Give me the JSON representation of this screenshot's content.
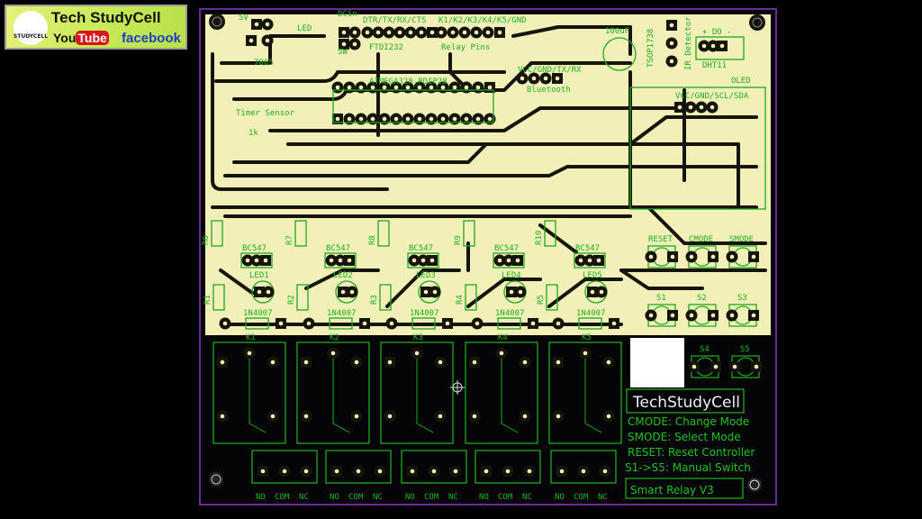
{
  "logo": {
    "brand": "Tech StudyCell",
    "seal_text": "STUDYCELL",
    "youtube_you": "You",
    "youtube_tube": "Tube",
    "facebook": "facebook"
  },
  "colors": {
    "board": "#f3efb8",
    "trace": "#15150c",
    "silkscreen": "#1fa81f",
    "outline": "#6a2a9a",
    "background": "#000000"
  },
  "top_labels": {
    "dc_in": "DCin",
    "sw": "SW",
    "ftdi_pins": "DTR/TX/RX/CTS",
    "ftdi": "FTDI232",
    "relay_pins_top": "K1/K2/K3/K4/K5/GND",
    "relay_pins": "Relay Pins",
    "mcu": "ATMEGA328_PDIP28",
    "bluetooth_pins": "VCC/GND/TX/RX",
    "bluetooth": "Bluetooth",
    "cap": "100uF",
    "ir": "IR Detector",
    "ir_part": "TSOP1738",
    "dht": "DHT11",
    "dht_pins": "+ DO -",
    "oled": "OLED",
    "oled_pins": "VCC/GND/SCL/SDA",
    "timer": "Timer Sensor",
    "r1k": "1k",
    "led": "LED",
    "v5": "5V",
    "reg": "7805"
  },
  "drivers": [
    {
      "transistor": "BC547",
      "led": "LED1",
      "diode": "1N4007",
      "resistor": "R1",
      "base_resistor": "R6"
    },
    {
      "transistor": "BC547",
      "led": "LED2",
      "diode": "1N4007",
      "resistor": "R2",
      "base_resistor": "R7"
    },
    {
      "transistor": "BC547",
      "led": "LED3",
      "diode": "1N4007",
      "resistor": "R3",
      "base_resistor": "R8"
    },
    {
      "transistor": "BC547",
      "led": "LED4",
      "diode": "1N4007",
      "resistor": "R4",
      "base_resistor": "R9"
    },
    {
      "transistor": "BC547",
      "led": "LED5",
      "diode": "1N4007",
      "resistor": "R5",
      "base_resistor": "R10"
    }
  ],
  "switches": [
    "RESET",
    "CMODE",
    "SMODE",
    "S1",
    "S2",
    "S3",
    "S4",
    "S5"
  ],
  "relays": [
    {
      "name": "K1",
      "terminals": [
        "NO",
        "COM",
        "NC"
      ]
    },
    {
      "name": "K2",
      "terminals": [
        "NO",
        "COM",
        "NC"
      ]
    },
    {
      "name": "K3",
      "terminals": [
        "NO",
        "COM",
        "NC"
      ]
    },
    {
      "name": "K4",
      "terminals": [
        "NO",
        "COM",
        "NC"
      ]
    },
    {
      "name": "K5",
      "terminals": [
        "NO",
        "COM",
        "NC"
      ]
    }
  ],
  "info": {
    "brand": "TechStudyCell",
    "lines": [
      "CMODE: Change Mode",
      "SMODE: Select Mode",
      "RESET: Reset Controller",
      "S1->S5: Manual Switch"
    ],
    "version": "Smart Relay V3"
  }
}
